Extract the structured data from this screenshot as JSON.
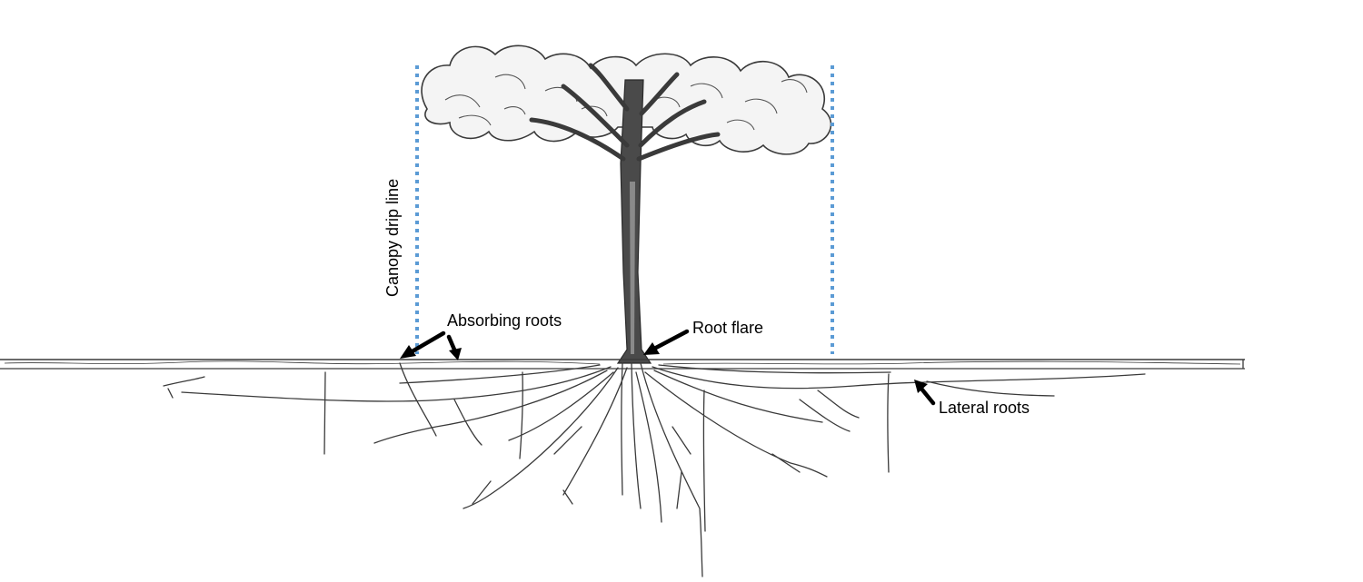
{
  "labels": {
    "canopy_drip_line": "Canopy drip line",
    "absorbing_roots": "Absorbing roots",
    "root_flare": "Root flare",
    "lateral_roots": "Lateral roots"
  },
  "colors": {
    "drip_line": "#5b9bd5",
    "ink": "#2a2a2a",
    "arrow": "#000000",
    "trunk_dark": "#3a3a3a"
  }
}
